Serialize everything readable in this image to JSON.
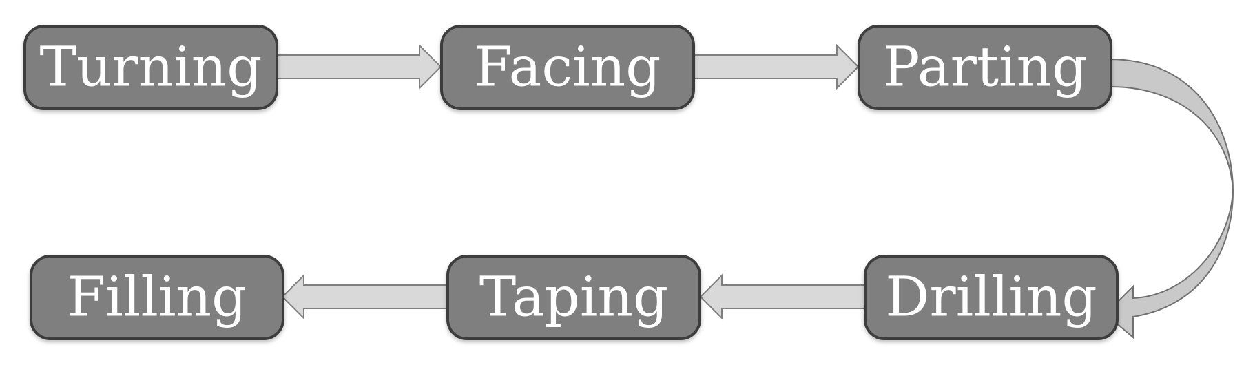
{
  "steps": [
    {
      "label": "Turning"
    },
    {
      "label": "Facing"
    },
    {
      "label": "Parting"
    },
    {
      "label": "Drilling"
    },
    {
      "label": "Taping"
    },
    {
      "label": "Filling"
    }
  ]
}
